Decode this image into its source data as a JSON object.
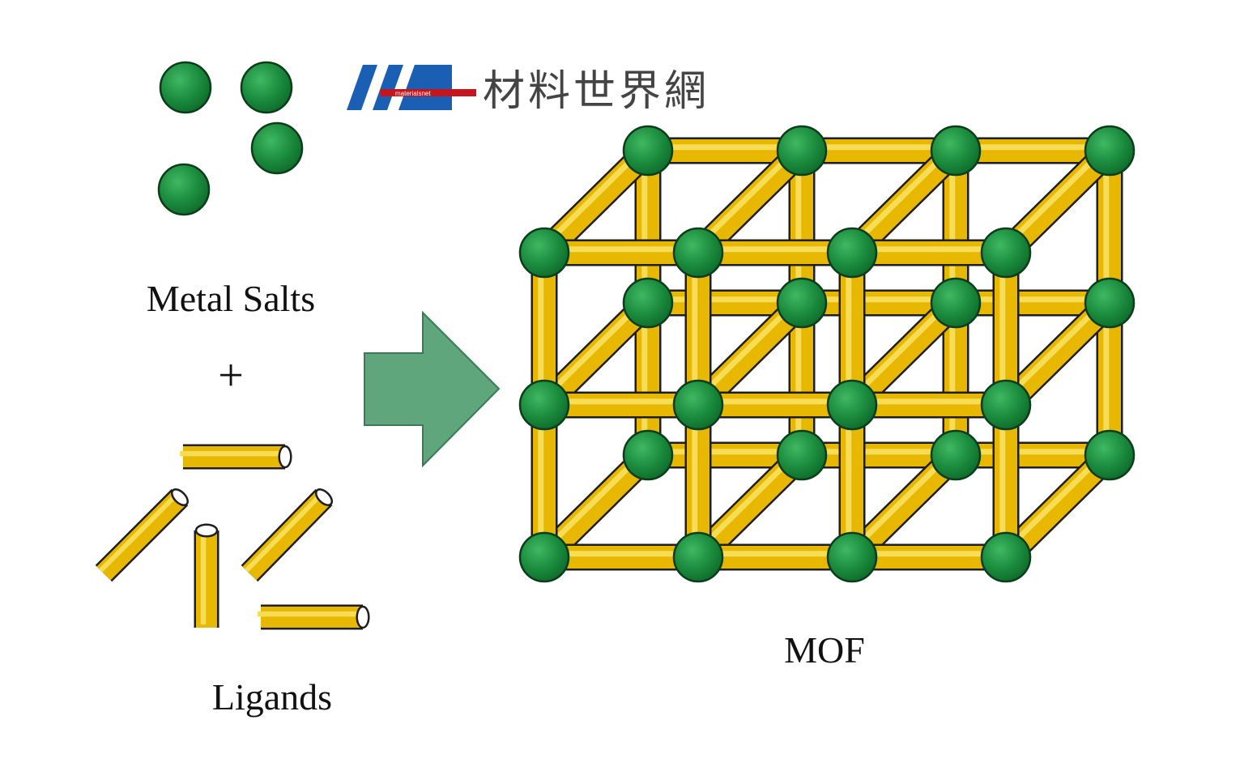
{
  "labels": {
    "metal_salts": "Metal Salts",
    "plus": "+",
    "ligands": "Ligands",
    "mof": "MOF"
  },
  "watermark": {
    "site_name": "材料世界網",
    "small_text": "materialsnet"
  },
  "colors": {
    "node_fill": "#1a8a3c",
    "rod_fill": "#e8b800",
    "rod_stroke": "#1e1e1e",
    "arrow_fill": "#5fa67d",
    "logo_blue": "#1a5fb4",
    "logo_red": "#c4161c"
  },
  "icons": {
    "reaction_arrow": "right-arrow-icon",
    "metal_ion": "green-sphere-icon",
    "ligand": "yellow-rod-icon"
  }
}
